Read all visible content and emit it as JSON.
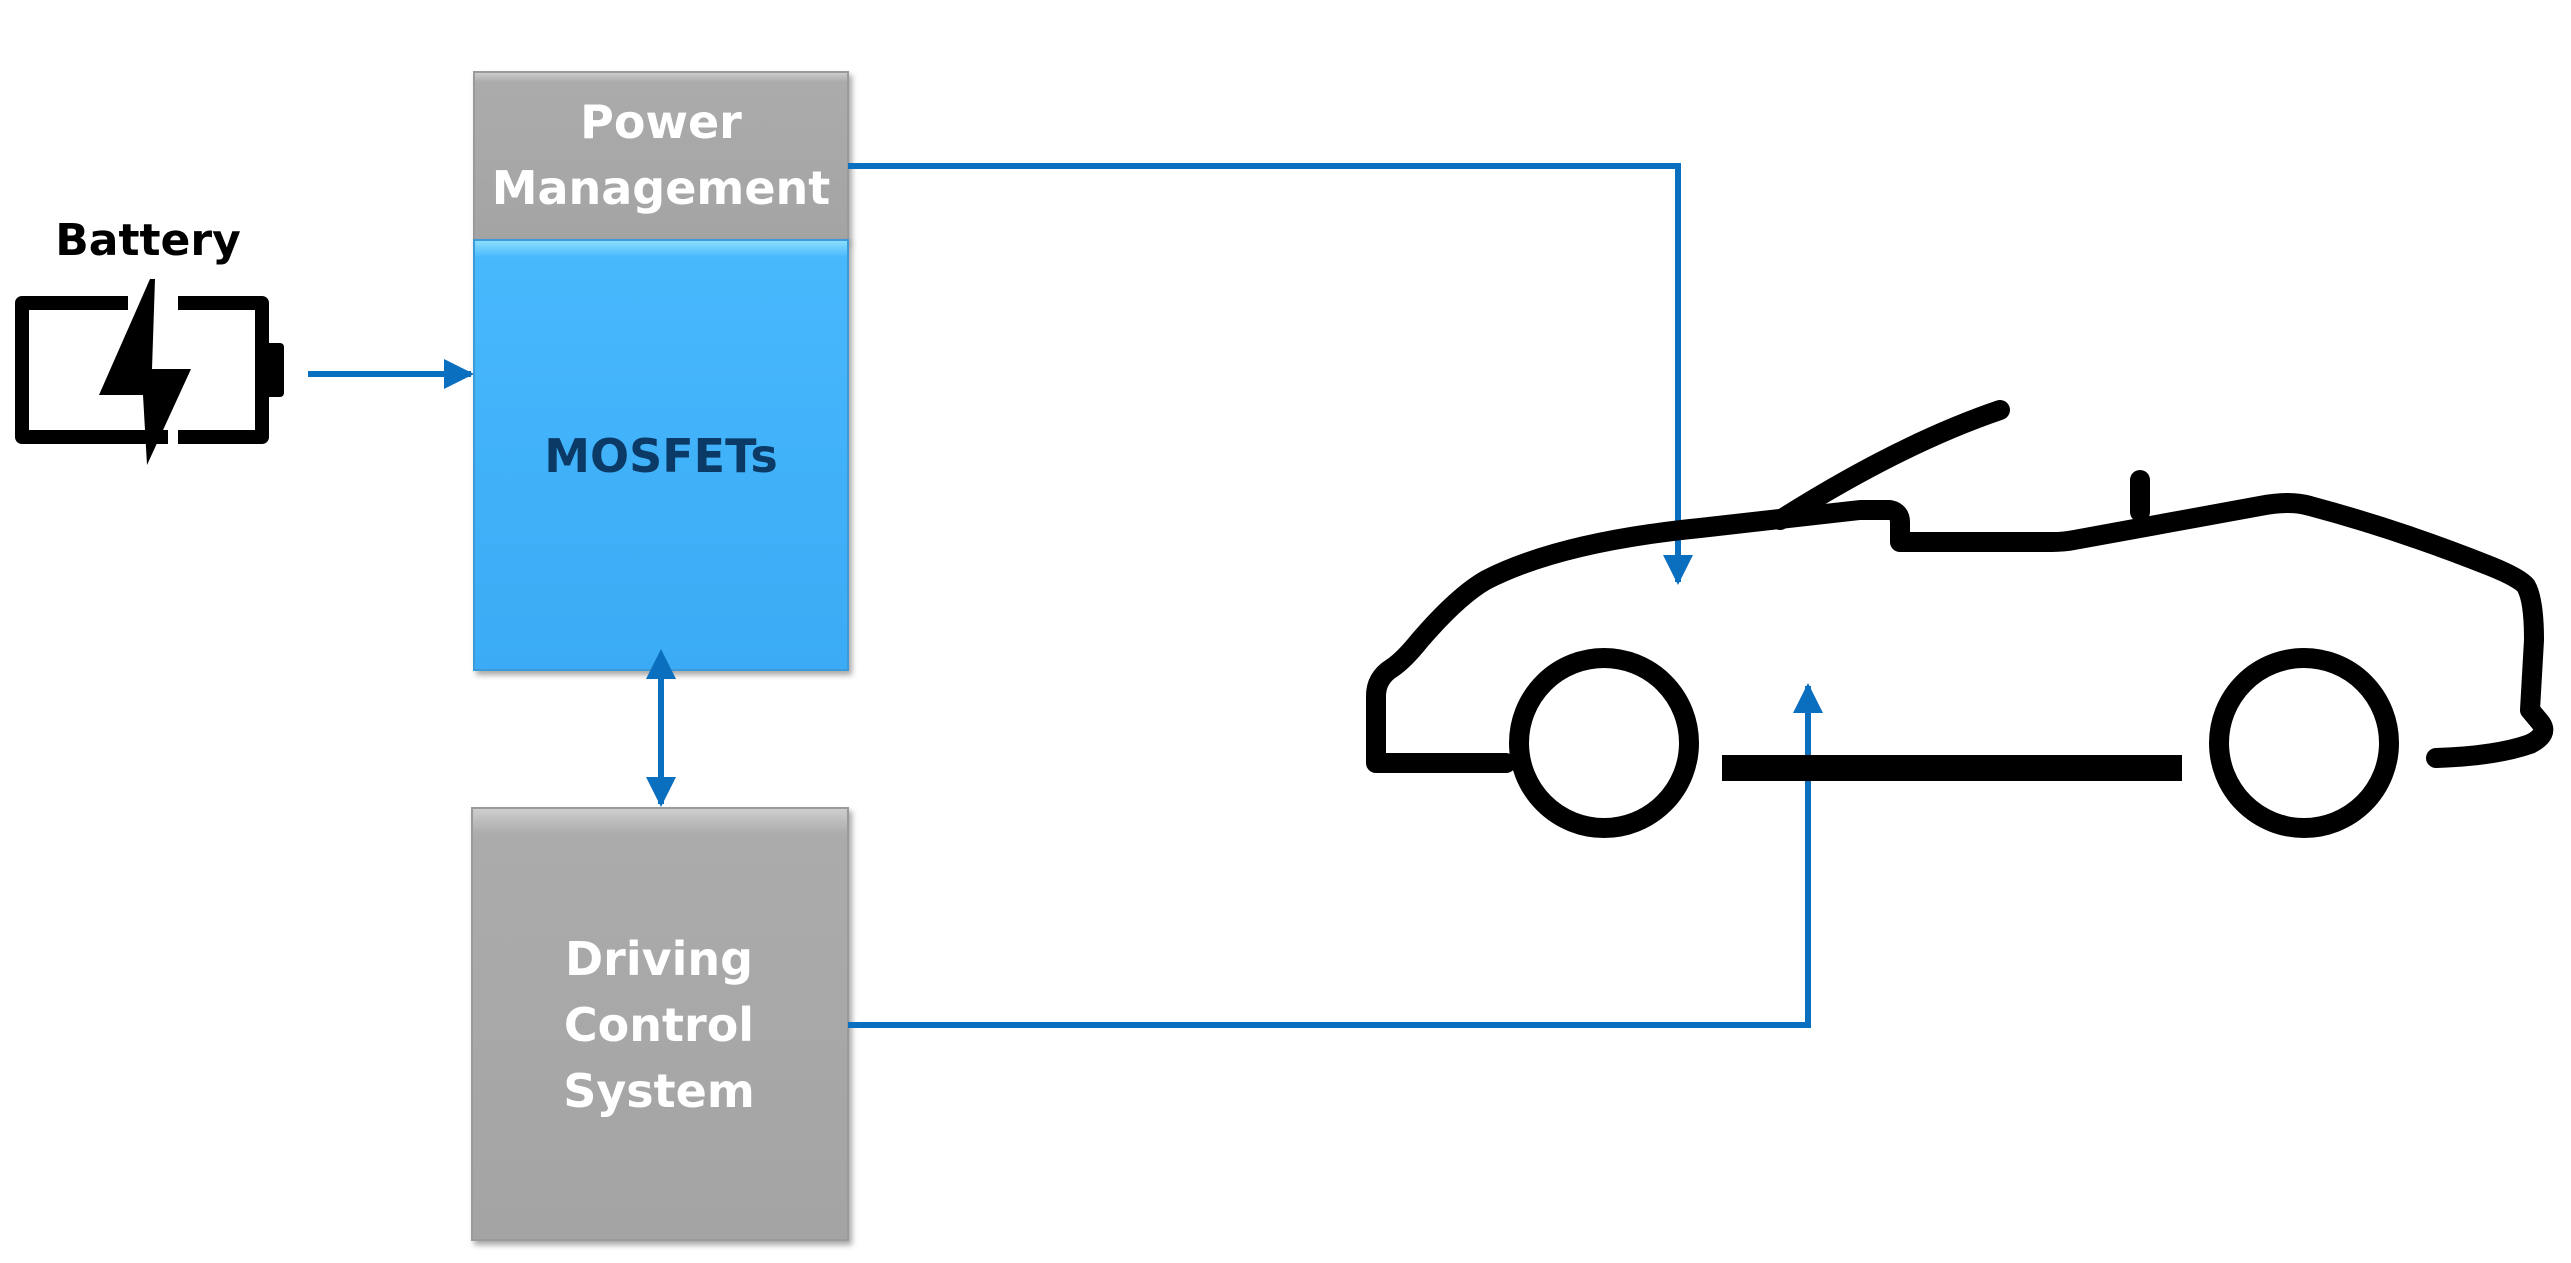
{
  "labels": {
    "battery": "Battery",
    "power_management_line1": "Power",
    "power_management_line2": "Management",
    "mosfets": "MOSFETs",
    "driving_control_line1": "Driving",
    "driving_control_line2": "Control",
    "driving_control_line3": "System"
  },
  "colors": {
    "connector": "#0B6FBF",
    "gray_box": "#A9A9A9",
    "gray_box_top": "#C8C8C8",
    "mosfet_box": "#45B5FB",
    "mosfet_box_top": "#7FD6FF",
    "mosfet_text": "#0B3A66",
    "box_text": "#FFFFFF",
    "icon_stroke": "#000000"
  },
  "icons": {
    "battery": "battery-charging-icon",
    "vehicle": "convertible-car-icon"
  }
}
